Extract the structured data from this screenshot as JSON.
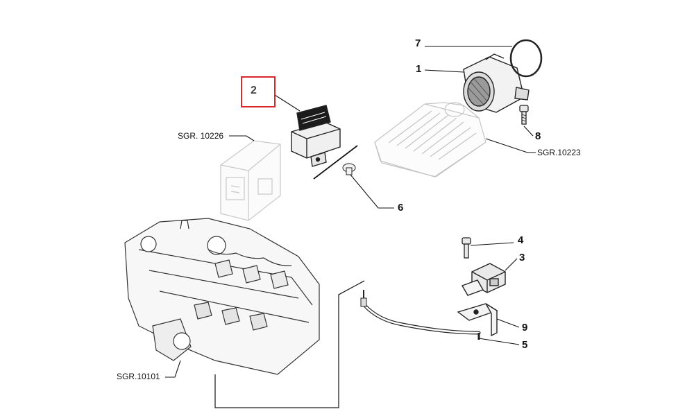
{
  "callouts": {
    "n1": "1",
    "n2": "2",
    "n3": "3",
    "n4": "4",
    "n5": "5",
    "n6": "6",
    "n7": "7",
    "n8": "8",
    "n9": "9",
    "sgr_10226": "SGR. 10226",
    "sgr_10223": "SGR.10223",
    "sgr_10101": "SGR.10101"
  },
  "highlight_color": "#d9262b"
}
